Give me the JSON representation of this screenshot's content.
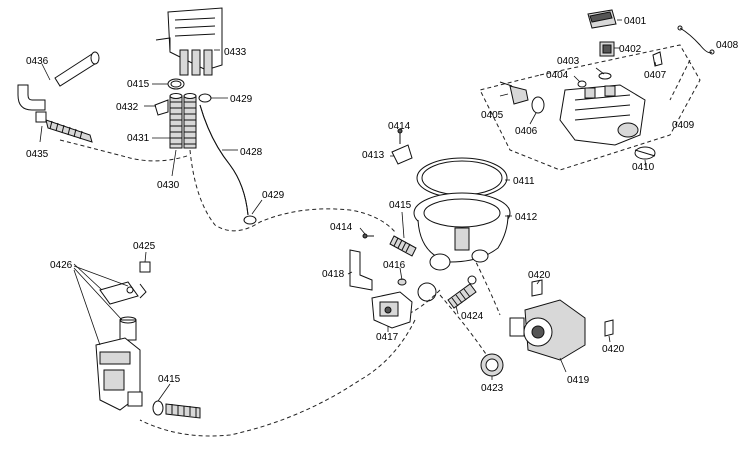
{
  "labels": {
    "p0401": "0401",
    "p0402": "0402",
    "p0403": "0403",
    "p0404": "0404",
    "p0405": "0405",
    "p0406": "0406",
    "p0407": "0407",
    "p0408": "0408",
    "p0409": "0409",
    "p0410": "0410",
    "p0411": "0411",
    "p0412": "0412",
    "p0413": "0413",
    "p0414a": "0414",
    "p0414b": "0414",
    "p0415a": "0415",
    "p0415b": "0415",
    "p0415c": "0415",
    "p0416": "0416",
    "p0417": "0417",
    "p0418": "0418",
    "p0419": "0419",
    "p0420a": "0420",
    "p0420b": "0420",
    "p0423": "0423",
    "p0424": "0424",
    "p0425": "0425",
    "p0426": "0426",
    "p0428": "0428",
    "p0429a": "0429",
    "p0429b": "0429",
    "p0430": "0430",
    "p0431": "0431",
    "p0432": "0432",
    "p0433": "0433",
    "p0435": "0435",
    "p0436": "0436"
  }
}
